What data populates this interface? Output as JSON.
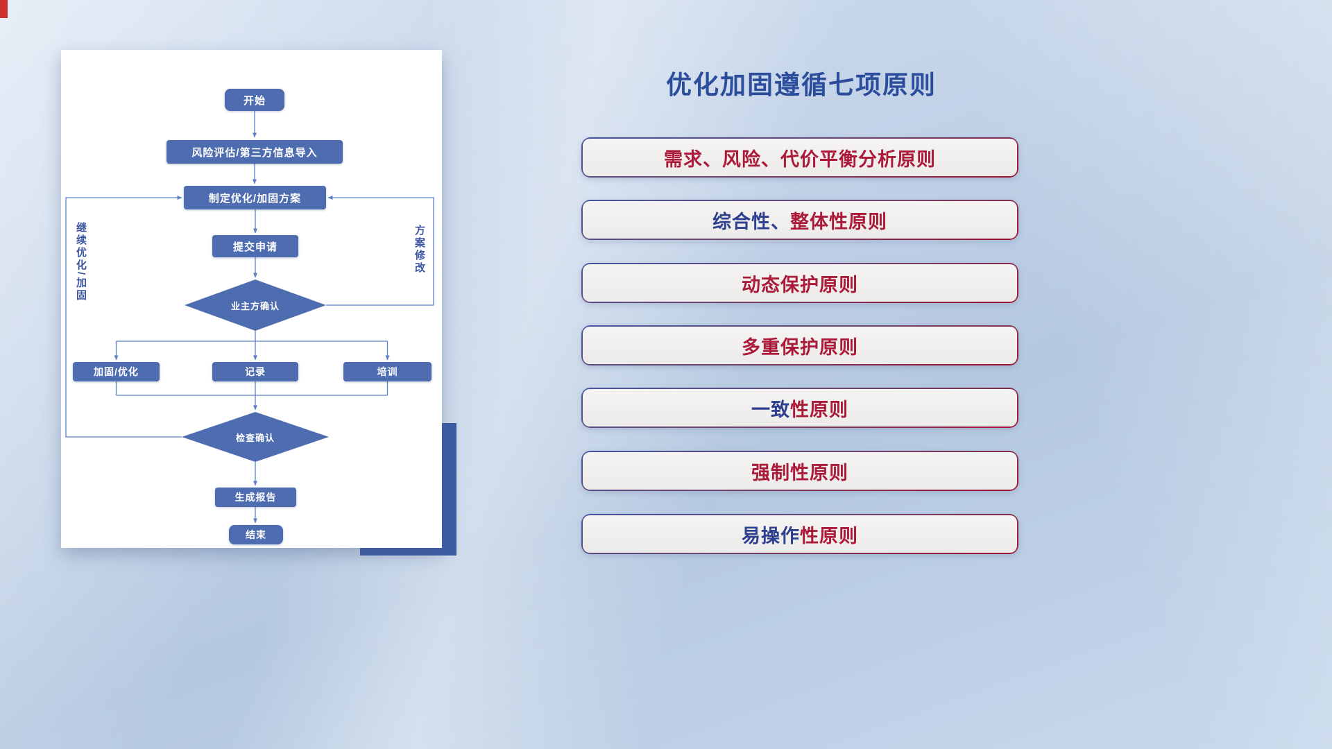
{
  "flowchart": {
    "nodes": {
      "start": "开始",
      "risk_import": "风险评估/第三方信息导入",
      "make_plan": "制定优化/加固方案",
      "submit": "提交申请",
      "owner_confirm": "业主方确认",
      "harden": "加固/优化",
      "record": "记录",
      "train": "培训",
      "check_confirm": "检查确认",
      "report": "生成报告",
      "end": "结束"
    },
    "edge_labels": {
      "continue_optimize": "继续优化/加固",
      "plan_modify": "方案修改"
    },
    "colors": {
      "node": "#4e6cb0",
      "line": "#5b7fc4",
      "edge_label": "#3b55a0"
    }
  },
  "panel": {
    "title": "优化加固遵循七项原则",
    "colors": {
      "title": "#2b4d9b",
      "red": "#ab1a38",
      "navy": "#2e3f8f"
    },
    "principles": [
      {
        "segments": [
          {
            "text": "需求、风险、代价平衡分析原则",
            "color": "#ab1a38"
          }
        ]
      },
      {
        "segments": [
          {
            "text": "综合性、",
            "color": "#2e3f8f"
          },
          {
            "text": "整体性原则",
            "color": "#ab1a38"
          }
        ]
      },
      {
        "segments": [
          {
            "text": "动态保护原则",
            "color": "#ab1a38"
          }
        ]
      },
      {
        "segments": [
          {
            "text": "多重保护原则",
            "color": "#ab1a38"
          }
        ]
      },
      {
        "segments": [
          {
            "text": "一致",
            "color": "#2e3f8f"
          },
          {
            "text": "性原则",
            "color": "#ab1a38"
          }
        ]
      },
      {
        "segments": [
          {
            "text": "强制性原则",
            "color": "#ab1a38"
          }
        ]
      },
      {
        "segments": [
          {
            "text": "易操作",
            "color": "#2e3f8f"
          },
          {
            "text": "性原则",
            "color": "#ab1a38"
          }
        ]
      }
    ]
  }
}
